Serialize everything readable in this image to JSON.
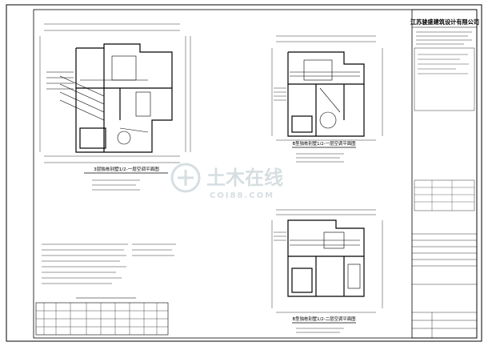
{
  "title_block": {
    "company": "江苏骏盛建筑设计有限公司"
  },
  "watermark": {
    "brand": "土木在线",
    "url": "COI88.COM"
  },
  "plans": [
    {
      "key": "p1",
      "title": "3层独栋别墅1/2-一层空调平面图"
    },
    {
      "key": "p2",
      "title": "B型独栋别墅1/2-一层空调平面图"
    },
    {
      "key": "p3",
      "title": "B型独栋别墅1/2-二层空调平面图"
    }
  ],
  "colors": {
    "line": "#000000",
    "watermark": "#cfd9dc",
    "accent": "#e6e6e6"
  }
}
